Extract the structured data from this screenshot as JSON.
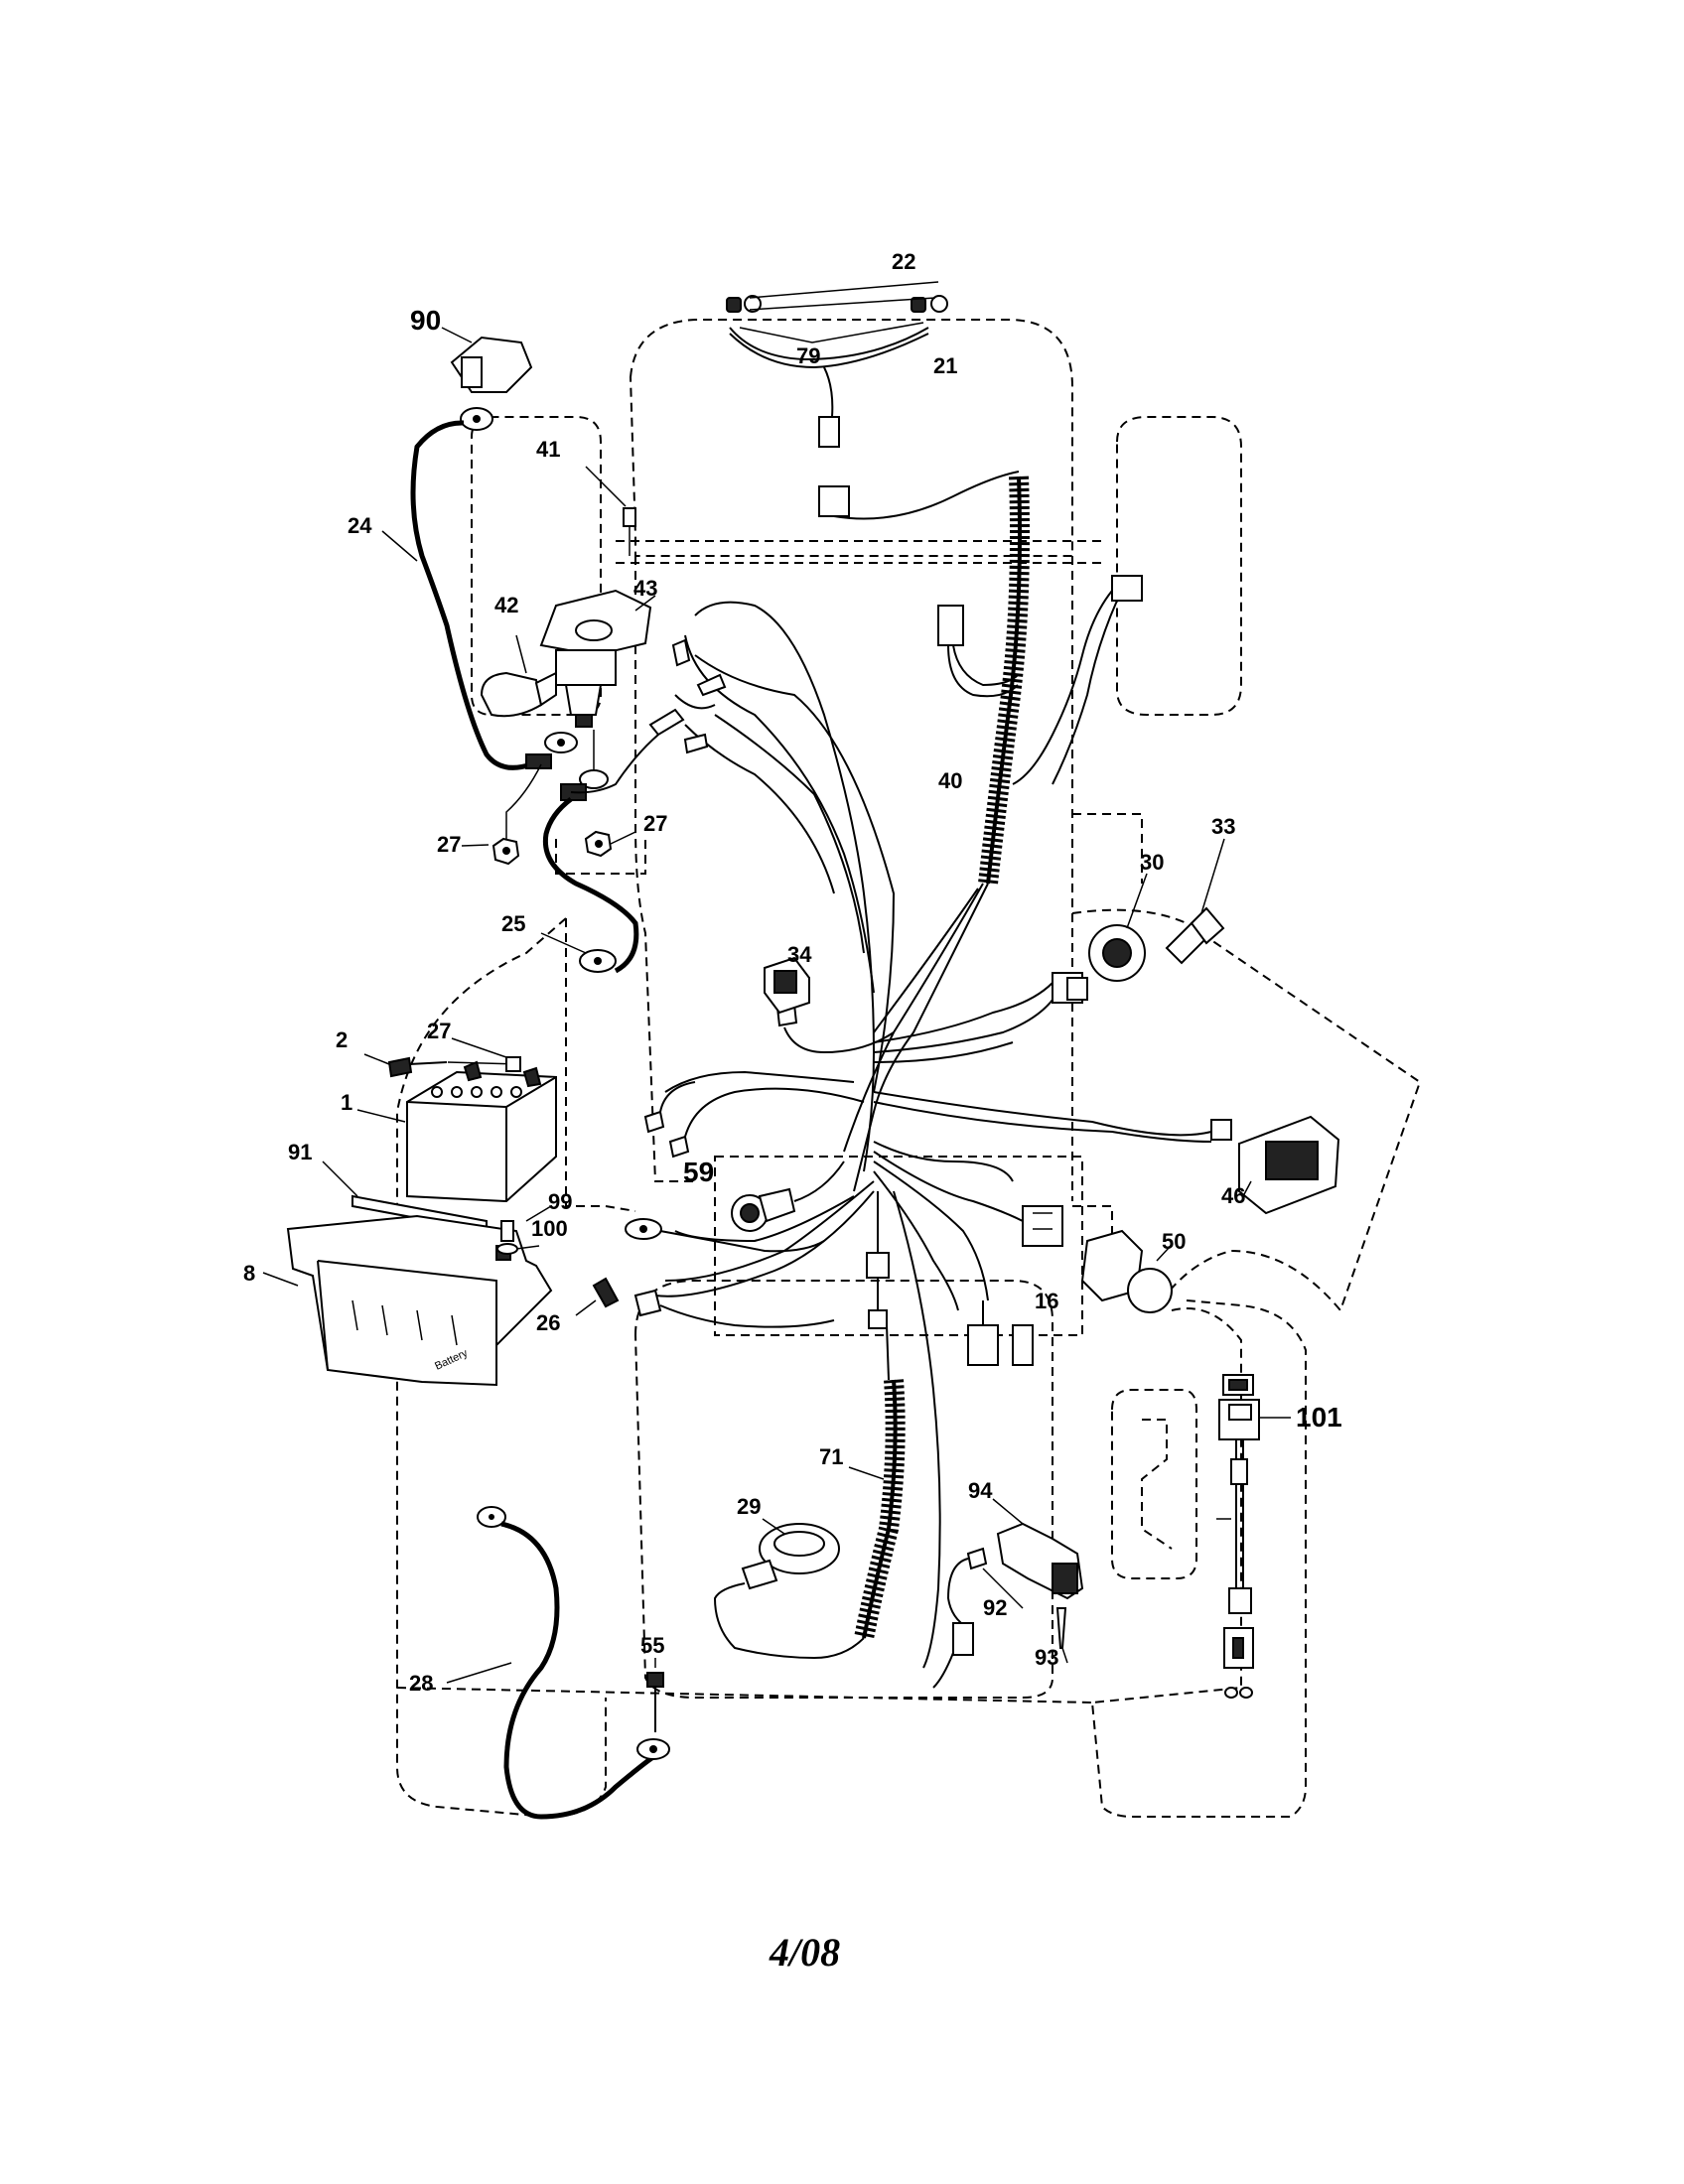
{
  "footer": {
    "revision": "4/08"
  },
  "battery_text": "Battery",
  "callouts": [
    {
      "id": "90",
      "label": "90"
    },
    {
      "id": "22",
      "label": "22"
    },
    {
      "id": "79",
      "label": "79"
    },
    {
      "id": "21",
      "label": "21"
    },
    {
      "id": "41",
      "label": "41"
    },
    {
      "id": "24",
      "label": "24"
    },
    {
      "id": "43",
      "label": "43"
    },
    {
      "id": "42",
      "label": "42"
    },
    {
      "id": "40",
      "label": "40"
    },
    {
      "id": "27a",
      "label": "27"
    },
    {
      "id": "27b",
      "label": "27"
    },
    {
      "id": "33",
      "label": "33"
    },
    {
      "id": "30",
      "label": "30"
    },
    {
      "id": "25",
      "label": "25"
    },
    {
      "id": "34",
      "label": "34"
    },
    {
      "id": "2",
      "label": "2"
    },
    {
      "id": "27c",
      "label": "27"
    },
    {
      "id": "1",
      "label": "1"
    },
    {
      "id": "91",
      "label": "91"
    },
    {
      "id": "59",
      "label": "59"
    },
    {
      "id": "46",
      "label": "46"
    },
    {
      "id": "99",
      "label": "99"
    },
    {
      "id": "100",
      "label": "100"
    },
    {
      "id": "50",
      "label": "50"
    },
    {
      "id": "8",
      "label": "8"
    },
    {
      "id": "26",
      "label": "26"
    },
    {
      "id": "16",
      "label": "16"
    },
    {
      "id": "101",
      "label": "101"
    },
    {
      "id": "71",
      "label": "71"
    },
    {
      "id": "94",
      "label": "94"
    },
    {
      "id": "29",
      "label": "29"
    },
    {
      "id": "92",
      "label": "92"
    },
    {
      "id": "93",
      "label": "93"
    },
    {
      "id": "55",
      "label": "55"
    },
    {
      "id": "28",
      "label": "28"
    }
  ]
}
